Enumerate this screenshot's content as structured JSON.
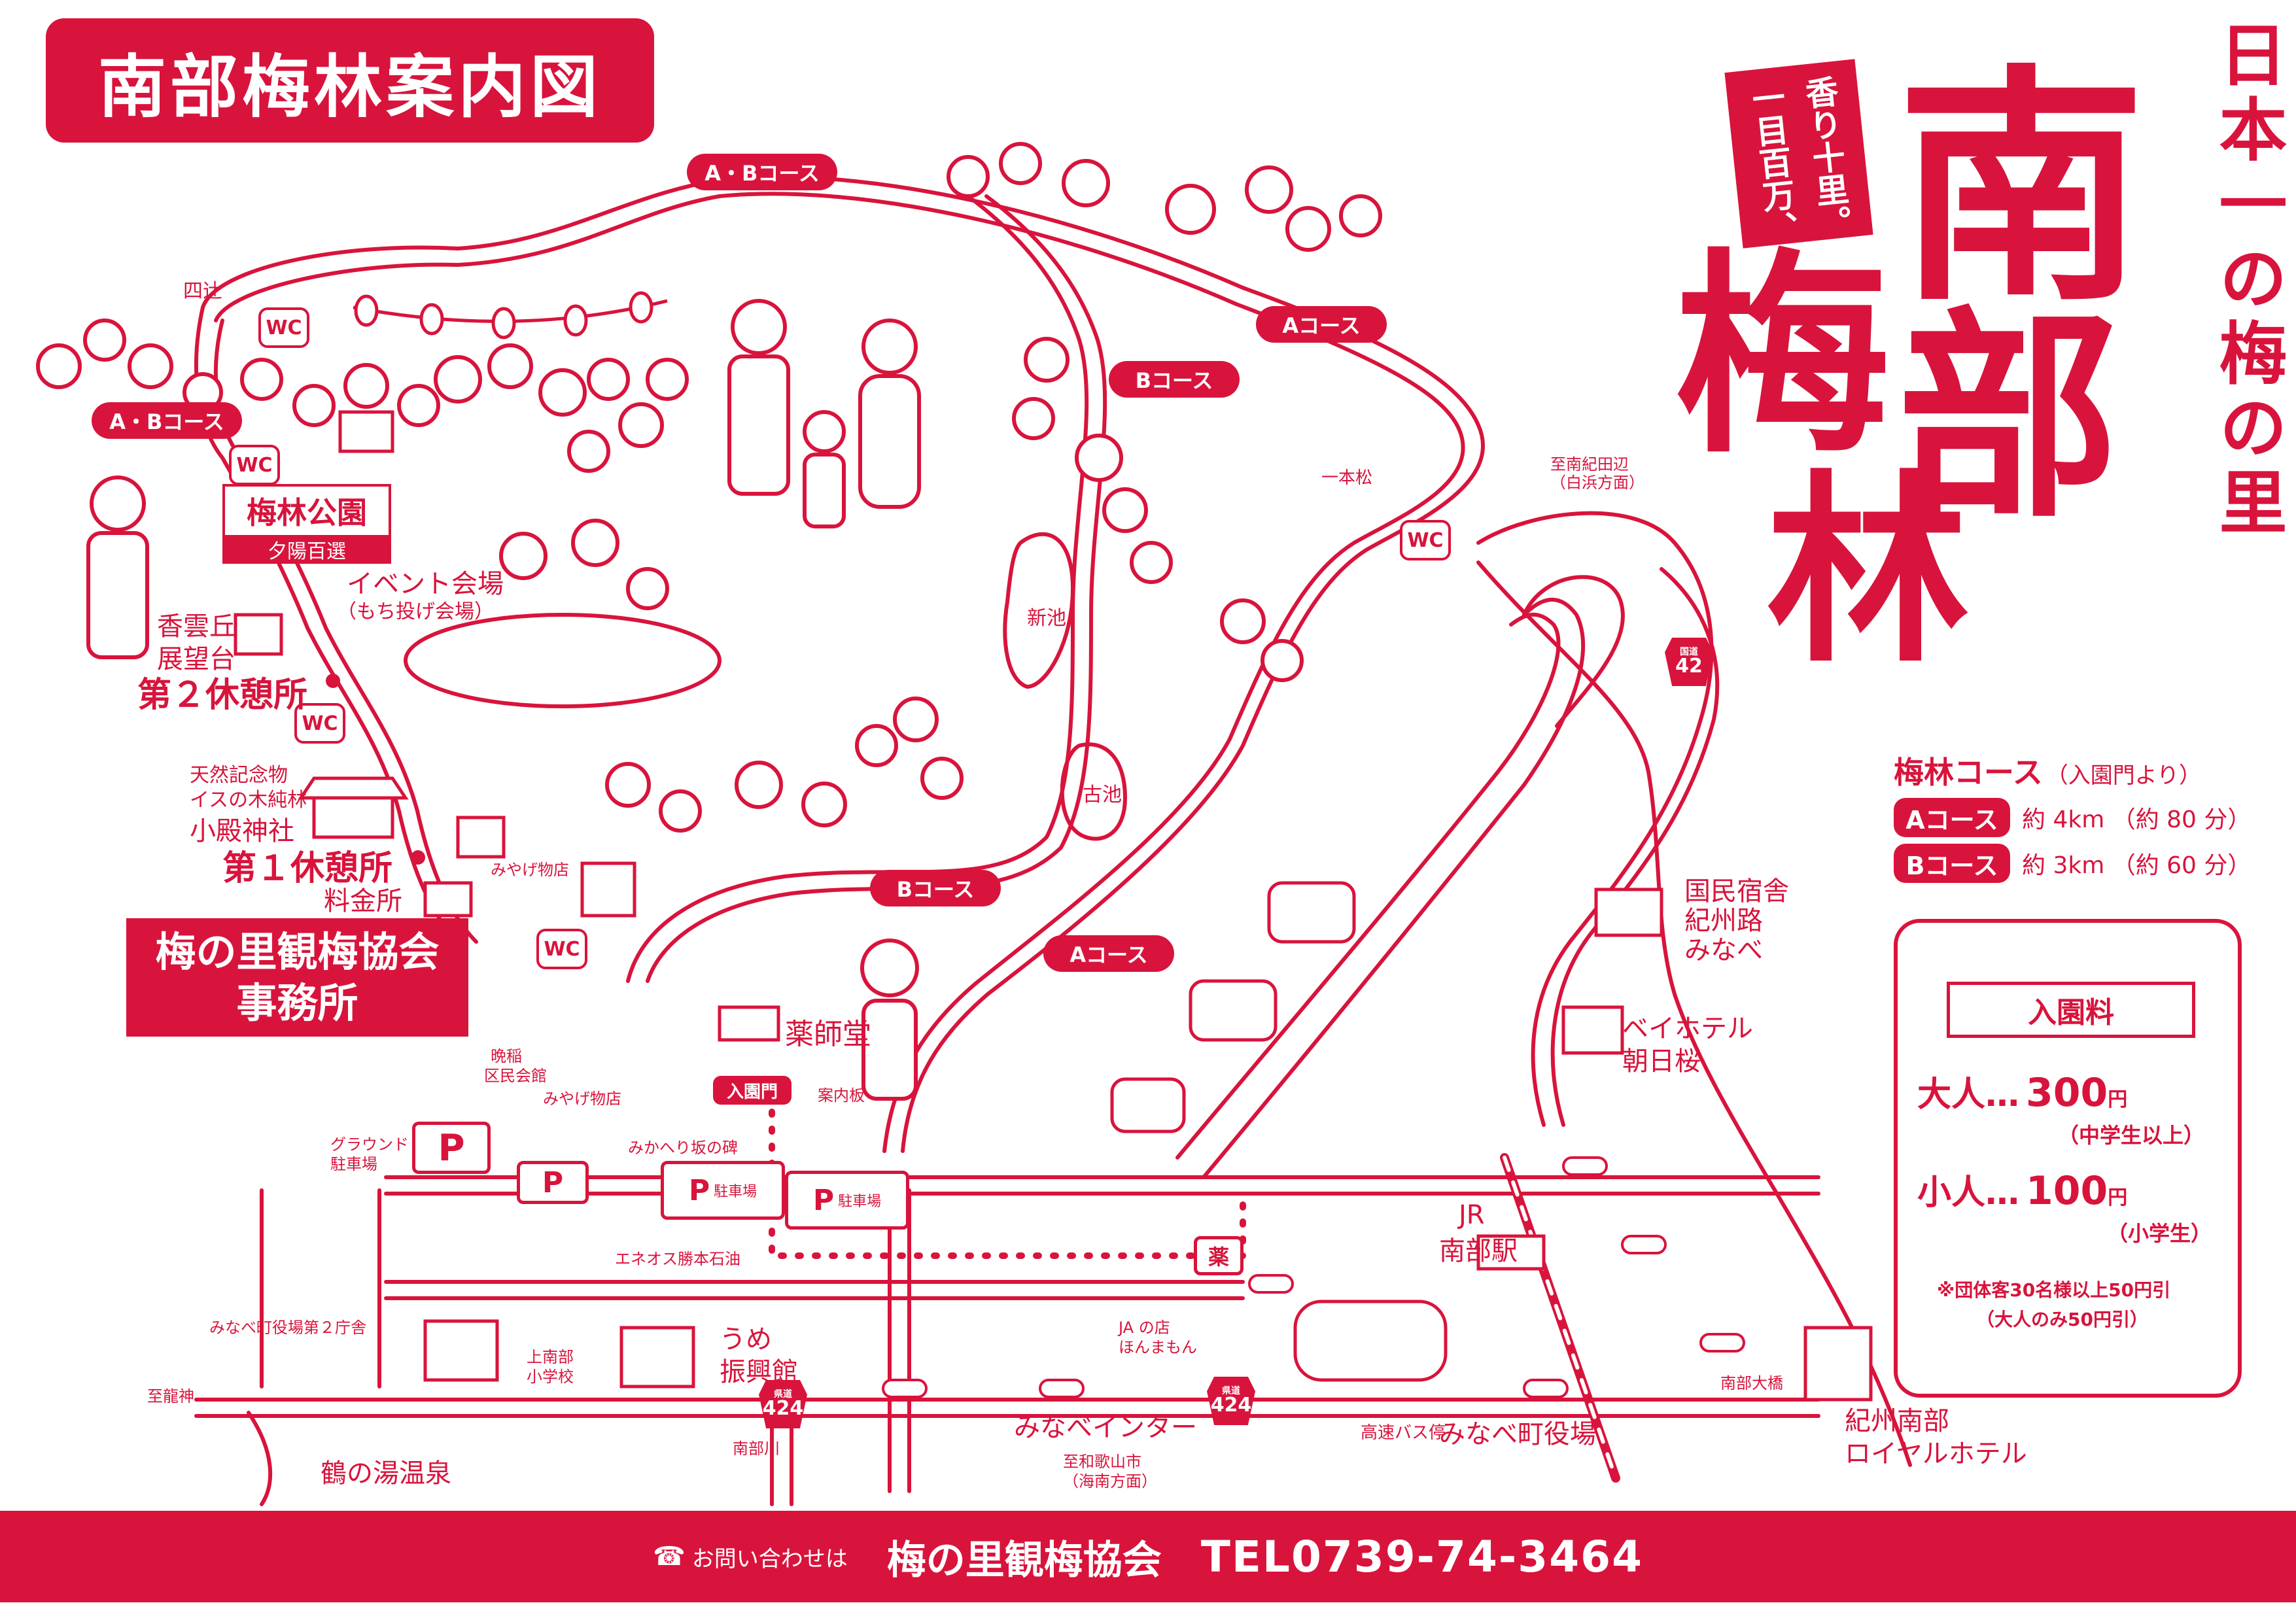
{
  "map_title": "南部梅林案内図",
  "headline": {
    "vertical_tagline": "日本一の梅の里",
    "banner_line1": "一目百万、",
    "banner_line2": "香り十里。",
    "calligraphy_char1": "南",
    "calligraphy_char2": "部",
    "calligraphy_char3": "梅",
    "calligraphy_char4": "林"
  },
  "courses": {
    "heading": "梅林コース",
    "heading_note": "（入園門より）",
    "a_label": "Aコース",
    "a_detail": "約 4km （約 80 分）",
    "b_label": "Bコース",
    "b_detail": "約 3km （約 60 分）"
  },
  "fees": {
    "heading": "入園料",
    "adult_label": "大人…",
    "adult_price": "300",
    "yen": "円",
    "adult_note": "（中学生以上）",
    "child_label": "小人…",
    "child_price": "100",
    "child_note": "（小学生）",
    "group_note_1": "※団体客30名様以上50円引",
    "group_note_2": "（大人のみ50円引）"
  },
  "footer": {
    "contact_prefix": "お問い合わせは",
    "org": "梅の里観梅協会",
    "tel": "TEL0739-74-3464"
  },
  "course_tags": {
    "ab": "A・Bコース",
    "a": "Aコース",
    "b": "Bコース"
  },
  "wc_label": "WC",
  "parking_label": "P",
  "parking_suffix": "駐車場",
  "map_labels": {
    "yotsutsuji": "四辻",
    "park_name": "梅林公園",
    "park_sub": "夕陽百選",
    "event_venue": "イベント会場",
    "event_sub": "（もち投げ会場）",
    "kouungaoka_1": "香雲丘",
    "kouungaoka_2": "展望台",
    "rest2": "第２休憩所",
    "natural_monument_1": "天然記念物",
    "natural_monument_2": "イスの木純林",
    "kodono_shrine": "小殿神社",
    "rest1": "第１休憩所",
    "ticket_office": "料金所",
    "office_1": "梅の里観梅協会",
    "office_2": "事務所",
    "souvenir_upper": "みやげ物店",
    "souvenir_lower": "みやげ物店",
    "banwa_1": "晩稲",
    "banwa_2": "区民会館",
    "ground_1": "グラウンド",
    "ground_2": "駐車場",
    "yakushido": "薬師堂",
    "entrance_gate": "入園門",
    "info_board": "案内板",
    "mikaeri": "みかへり坂の碑",
    "eneos": "エネオス勝本石油",
    "town_office2": "みなべ町役場第２庁舎",
    "kami_minabe_1": "上南部",
    "kami_minabe_2": "小学校",
    "ume_1": "うめ",
    "ume_2": "振興館",
    "to_ryujin": "至龍神",
    "minabe_river": "南部川",
    "tsuru_onsen": "鶴の湯温泉",
    "minabe_ic": "みなべインター",
    "to_wakayama_1": "至和歌山市",
    "to_wakayama_2": "（海南方面）",
    "ja_1": "JA の店",
    "ja_2": "ほんまもん",
    "kusuri": "薬",
    "bus_stop": "高速バス停",
    "town_office": "みなべ町役場",
    "jr_1": "JR",
    "jr_2": "南部駅",
    "minabe_bridge": "南部大橋",
    "royal_1": "紀州南部",
    "royal_2": "ロイヤルホテル",
    "bay_1": "ベイホテル",
    "bay_2": "朝日桜",
    "kokumin_1": "国民宿舎",
    "kokumin_2": "紀州路",
    "kokumin_3": "みなべ",
    "to_tanabe_1": "至南紀田辺",
    "to_tanabe_2": "（白浜方面）",
    "ippon_matsu": "一本松",
    "shin_ike": "新池",
    "furu_ike": "古池"
  },
  "route_numbers": {
    "r42": "42",
    "r424a": "424",
    "r424b": "424",
    "kokudo": "国道",
    "kendo": "県道"
  },
  "colors": {
    "accent": "#d8143c",
    "background": "#ffffff"
  }
}
